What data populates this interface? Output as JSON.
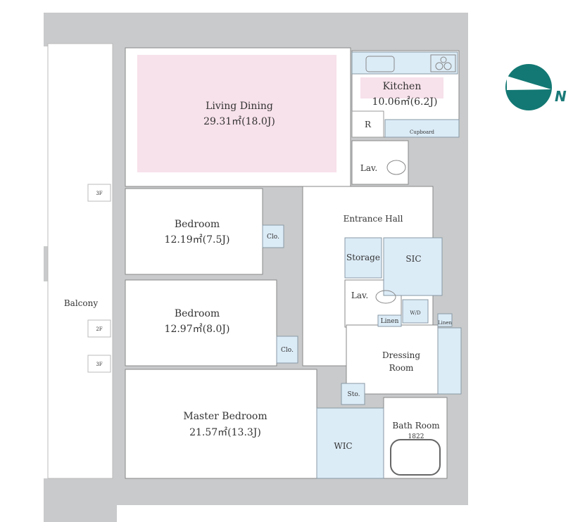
{
  "colors": {
    "wall": "#c9cacb",
    "pink": "#f7e1ea",
    "blue": "#dcecf7",
    "compass": "#137873"
  },
  "compass": {
    "label": "N",
    "icon": "north-compass-icon"
  },
  "rooms": {
    "living": {
      "name": "Living Dining",
      "area": "29.31㎡(18.0J)"
    },
    "kitchen": {
      "name": "Kitchen",
      "area": "10.06㎡(6.2J)"
    },
    "refrigerator": "R",
    "cupboard": "Cupboard",
    "lav_top": "Lav.",
    "entrance": "Entrance Hall",
    "bedroom1": {
      "name": "Bedroom",
      "area": "12.19㎡(7.5J)",
      "closet": "Clo."
    },
    "bedroom2": {
      "name": "Bedroom",
      "area": "12.97㎡(8.0J)",
      "closet": "Clo."
    },
    "master": {
      "name": "Master Bedroom",
      "area": "21.57㎡(13.3J)"
    },
    "storage": "Storage",
    "sic": "SIC",
    "lav": "Lav.",
    "wd": "W/D",
    "linen1": "Linen",
    "linen2": "Linen",
    "dressing": "Dressing Room",
    "sto": "Sto.",
    "wic": "WIC",
    "bath": {
      "name": "Bath Room",
      "size": "1822"
    },
    "balcony": "Balcony",
    "floor_marks": [
      "3F",
      "2F",
      "3F"
    ]
  }
}
